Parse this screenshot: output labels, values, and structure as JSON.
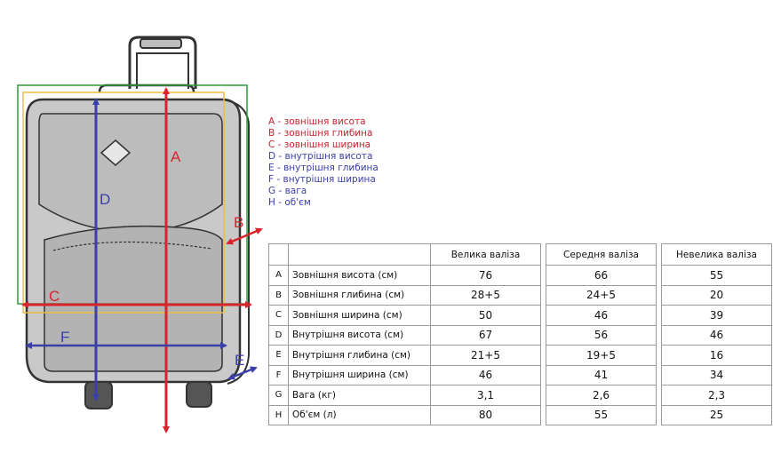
{
  "diagram": {
    "labels": {
      "A": "A",
      "B": "B",
      "C": "C",
      "D": "D",
      "E": "E",
      "F": "F"
    },
    "colors": {
      "A": "#d9232e",
      "B": "#d9232e",
      "C": "#d9232e",
      "D": "#3b3fa8",
      "E": "#3b3fa8",
      "F": "#3b3fa8",
      "outer_box": "#2e9a3a",
      "inner_box": "#e8c040"
    }
  },
  "legend": [
    {
      "text": "A - зовнішня висота",
      "color": "#c8232e"
    },
    {
      "text": "B - зовнішня глибина",
      "color": "#c8232e"
    },
    {
      "text": "C - зовнішня ширина",
      "color": "#c8232e"
    },
    {
      "text": "D - внутрішня висота",
      "color": "#3b3fa8"
    },
    {
      "text": "E - внутрішня глибина",
      "color": "#3b3fa8"
    },
    {
      "text": "F - внутрішня ширина",
      "color": "#3b3fa8"
    },
    {
      "text": "G - вага",
      "color": "#3b3fa8"
    },
    {
      "text": "H - об'єм",
      "color": "#3b3fa8"
    }
  ],
  "table": {
    "headers": [
      "Велика валіза",
      "Середня валіза",
      "Невелика валіза"
    ],
    "rows": [
      {
        "letter": "A",
        "name": "Зовнішня висота (см)",
        "values": [
          "76",
          "66",
          "55"
        ]
      },
      {
        "letter": "B",
        "name": "Зовнішня глибина (см)",
        "values": [
          "28+5",
          "24+5",
          "20"
        ]
      },
      {
        "letter": "C",
        "name": "Зовнішня ширина (см)",
        "values": [
          "50",
          "46",
          "39"
        ]
      },
      {
        "letter": "D",
        "name": "Внутрішня висота (см)",
        "values": [
          "67",
          "56",
          "46"
        ]
      },
      {
        "letter": "E",
        "name": "Внутрішня глибина (см)",
        "values": [
          "21+5",
          "19+5",
          "16"
        ]
      },
      {
        "letter": "F",
        "name": "Внутрішня ширина (см)",
        "values": [
          "46",
          "41",
          "34"
        ]
      },
      {
        "letter": "G",
        "name": "Вага (кг)",
        "values": [
          "3,1",
          "2,6",
          "2,3"
        ]
      },
      {
        "letter": "H",
        "name": "Об'єм (л)",
        "values": [
          "80",
          "55",
          "25"
        ]
      }
    ]
  }
}
